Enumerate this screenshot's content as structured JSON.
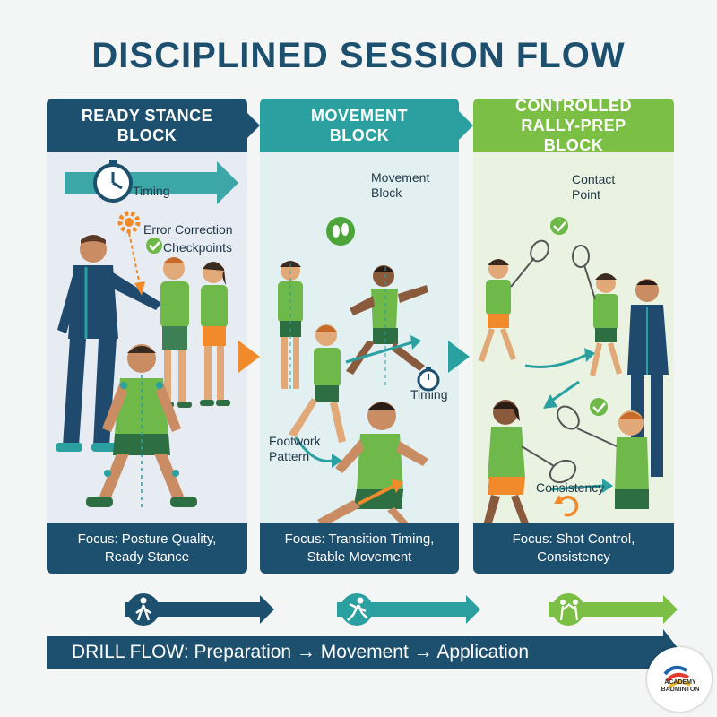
{
  "title": "DISCIPLINED SESSION FLOW",
  "colors": {
    "navy": "#1d4f6e",
    "teal": "#2aa0a0",
    "green": "#7cbf45",
    "orange": "#f08a2a",
    "shirt": "#6fb94a"
  },
  "blocks": [
    {
      "header": "READY STANCE\nBLOCK",
      "labels": {
        "timing": "Timing",
        "error_correction": "Error Correction",
        "checkpoints": "Checkpoints"
      },
      "focus": "Focus: Posture Quality,\nReady Stance",
      "bottom_icon": "person-standing-icon"
    },
    {
      "header": "MOVEMENT\nBLOCK",
      "labels": {
        "movement_block": "Movement\nBlock",
        "timing": "Timing",
        "footwork_pattern": "Footwork\nPattern"
      },
      "focus": "Focus: Transition Timing,\nStable Movement",
      "bottom_icon": "person-running-icon"
    },
    {
      "header": "CONTROLLED\nRALLY-PREP BLOCK",
      "labels": {
        "contact_point": "Contact\nPoint",
        "consistency": "Consistency"
      },
      "focus": "Focus: Shot Control,\nConsistency",
      "bottom_icon": "badminton-players-icon"
    }
  ],
  "drill_flow": "DRILL FLOW: Preparation → Movement → Application",
  "logo_text": "ACADEMY\nBADMINTON"
}
